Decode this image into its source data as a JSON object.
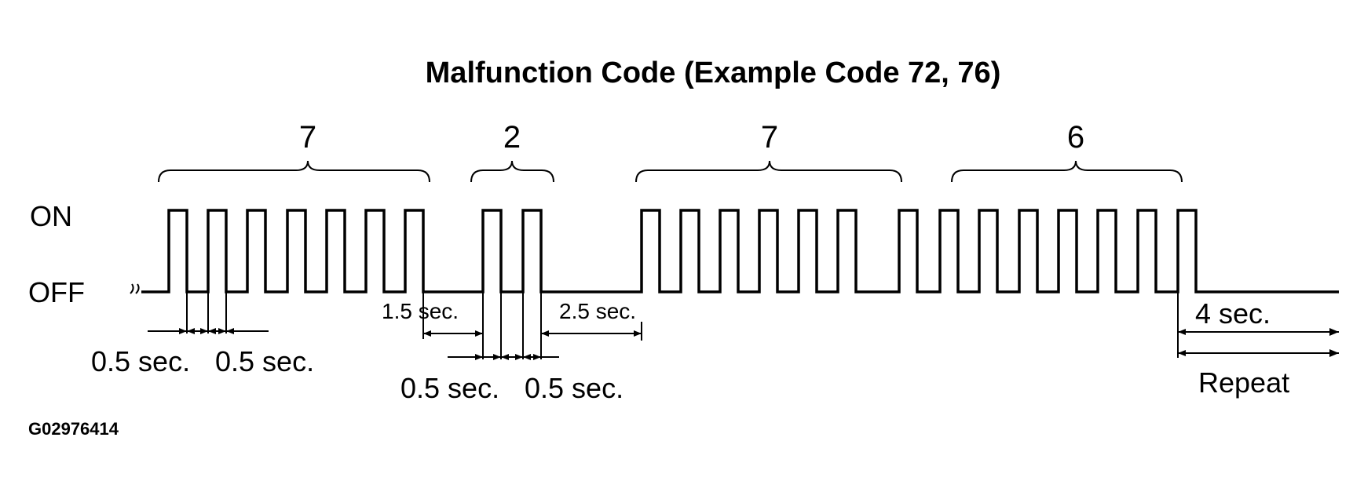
{
  "title": "Malfunction Code (Example Code 72, 76)",
  "state_labels": {
    "on": "ON",
    "off": "OFF"
  },
  "digits": [
    {
      "label": "7",
      "pulses": 7
    },
    {
      "label": "2",
      "pulses": 2
    },
    {
      "label": "7",
      "pulses": 7
    },
    {
      "label": "6",
      "pulses": 6
    }
  ],
  "timing": {
    "pulse_on": "0.5 sec.",
    "pulse_off": "0.5 sec.",
    "digit_gap": "1.5 sec.",
    "code_gap": "2.5 sec.",
    "end_gap": "4 sec.",
    "repeat": "Repeat"
  },
  "figure_id": "G02976414"
}
